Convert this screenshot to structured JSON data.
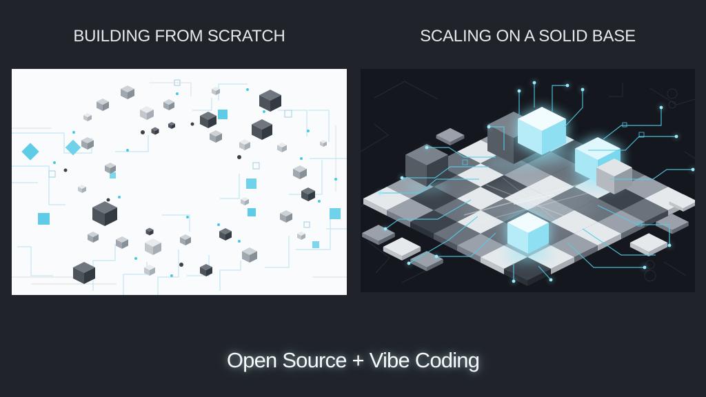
{
  "slide": {
    "caption": "Open Source + Vibe Coding",
    "background_color": "#20242a"
  },
  "panels": {
    "left": {
      "title": "BUILDING FROM SCRATCH",
      "illustration": "scattered-cubes-circuit-ring-icon",
      "background_color": "#fafbfc"
    },
    "right": {
      "title": "SCALING ON A SOLID BASE",
      "illustration": "isometric-cube-platform-circuit-icon",
      "background_color": "#14171d"
    }
  },
  "colors": {
    "title_text": "#e6eaee",
    "caption_text": "#f7fafb",
    "accent_cyan": "#5fd0e8",
    "cube_gray_dark": "#3a4149",
    "cube_gray_light": "#d3d7db",
    "circuit_line_light_panel": "#b0dfee",
    "circuit_line_dark_panel": "#54cde9"
  }
}
